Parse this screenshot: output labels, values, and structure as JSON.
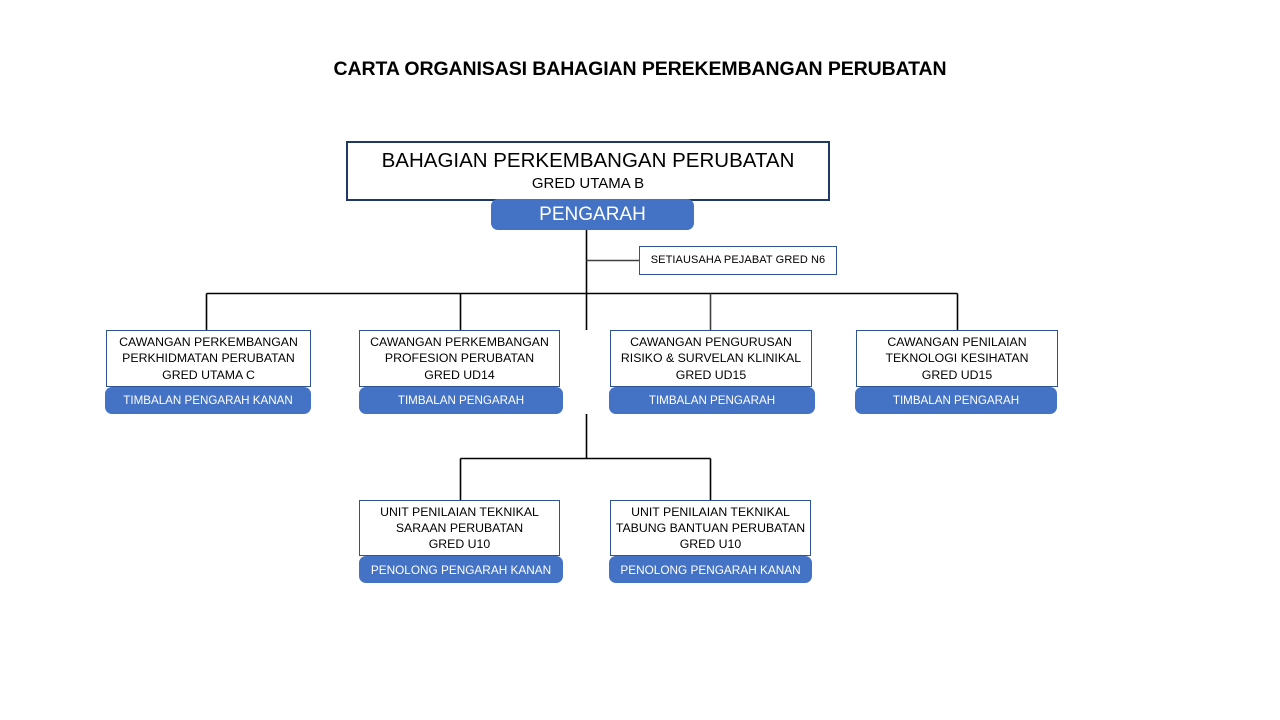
{
  "chart_data": {
    "type": "diagram",
    "title": "CARTA ORGANISASI BAHAGIAN PEREKEMBANGAN PERUBATAN",
    "colors": {
      "role_pill": "#4472C4",
      "root_border": "#1F3864",
      "node_border": "#2E5496",
      "connector": "#000000",
      "background": "#FFFFFF",
      "text": "#000000",
      "pill_text": "#FFFFFF"
    },
    "nodes": [
      {
        "id": "root",
        "level": 0,
        "lines": [
          "BAHAGIAN PERKEMBANGAN PERUBATAN",
          "GRED UTAMA B"
        ],
        "role": "PENGARAH"
      },
      {
        "id": "secretary",
        "level": 1,
        "lines": [
          "SETIAUSAHA  PEJABAT  GRED  N6"
        ],
        "role": null
      },
      {
        "id": "branch-0",
        "level": 2,
        "lines": [
          "CAWANGAN  PERKEMBANGAN",
          "PERKHIDMATAN PERUBATAN",
          "GRED UTAMA C"
        ],
        "role": "TIMBALAN PENGARAH KANAN"
      },
      {
        "id": "branch-1",
        "level": 2,
        "lines": [
          "CAWANGAN  PERKEMBANGAN",
          "PROFESION PERUBATAN",
          "GRED UD14"
        ],
        "role": "TIMBALAN PENGARAH"
      },
      {
        "id": "branch-2",
        "level": 2,
        "lines": [
          "CAWANGAN  PENGURUSAN",
          "RISIKO & SURVELAN KLINIKAL",
          "GRED UD15"
        ],
        "role": "TIMBALAN PENGARAH"
      },
      {
        "id": "branch-3",
        "level": 2,
        "lines": [
          "CAWANGAN  PENILAIAN",
          "TEKNOLOGI KESIHATAN",
          "GRED UD15"
        ],
        "role": "TIMBALAN PENGARAH"
      },
      {
        "id": "unit-0",
        "level": 3,
        "lines": [
          "UNIT PENILAIAN TEKNIKAL",
          "SARAAN  PERUBATAN",
          "GRED U10"
        ],
        "role": "PENOLONG PENGARAH KANAN"
      },
      {
        "id": "unit-1",
        "level": 3,
        "lines": [
          "UNIT PENILAIAN TEKNIKAL",
          "TABUNG BANTUAN PERUBATAN",
          "GRED U10"
        ],
        "role": "PENOLONG PENGARAH KANAN"
      }
    ]
  },
  "title": "CARTA ORGANISASI BAHAGIAN PEREKEMBANGAN PERUBATAN",
  "root": {
    "line1": "BAHAGIAN PERKEMBANGAN PERUBATAN",
    "line2": "GRED UTAMA B",
    "role": "PENGARAH"
  },
  "secretary": {
    "line1": "SETIAUSAHA  PEJABAT  GRED  N6"
  },
  "branches": [
    {
      "line1": "CAWANGAN  PERKEMBANGAN",
      "line2": "PERKHIDMATAN PERUBATAN",
      "line3": "GRED UTAMA C",
      "role": "TIMBALAN PENGARAH KANAN"
    },
    {
      "line1": "CAWANGAN  PERKEMBANGAN",
      "line2": "PROFESION PERUBATAN",
      "line3": "GRED UD14",
      "role": "TIMBALAN PENGARAH"
    },
    {
      "line1": "CAWANGAN  PENGURUSAN",
      "line2": "RISIKO & SURVELAN KLINIKAL",
      "line3": "GRED UD15",
      "role": "TIMBALAN PENGARAH"
    },
    {
      "line1": "CAWANGAN  PENILAIAN",
      "line2": "TEKNOLOGI KESIHATAN",
      "line3": "GRED UD15",
      "role": "TIMBALAN PENGARAH"
    }
  ],
  "units": [
    {
      "line1": "UNIT PENILAIAN TEKNIKAL",
      "line2": "SARAAN  PERUBATAN",
      "line3": "GRED U10",
      "role": "PENOLONG PENGARAH KANAN"
    },
    {
      "line1": "UNIT PENILAIAN TEKNIKAL",
      "line2": "TABUNG BANTUAN PERUBATAN",
      "line3": "GRED U10",
      "role": "PENOLONG PENGARAH KANAN"
    }
  ]
}
